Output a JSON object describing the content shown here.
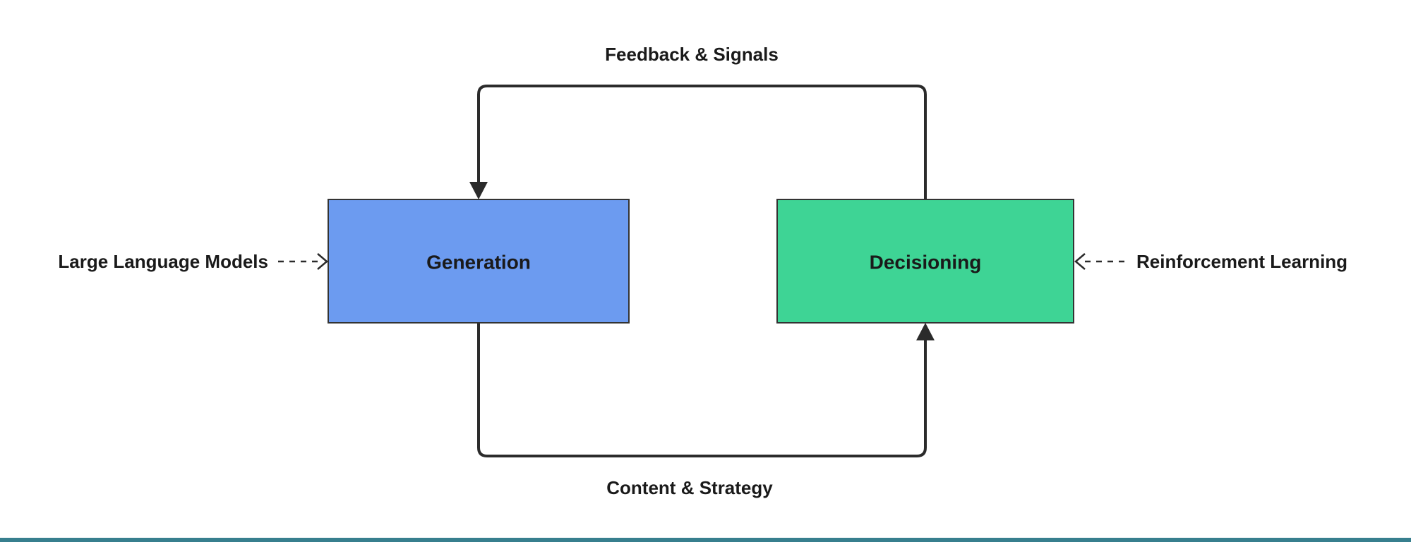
{
  "diagram": {
    "type": "flow-loop-diagram",
    "colors": {
      "background": "#ffffff",
      "line": "#2b2b2b",
      "text": "#1a1a1a",
      "generation_fill": "#6c9bf0",
      "generation_border": "#333333",
      "decisioning_fill": "#3ed495",
      "decisioning_border": "#333333",
      "bottom_bar": "#377f8e"
    },
    "nodes": {
      "generation": {
        "label": "Generation"
      },
      "decisioning": {
        "label": "Decisioning"
      }
    },
    "edges": {
      "feedback": {
        "label": "Feedback & Signals",
        "from": "Decisioning",
        "to": "Generation"
      },
      "content": {
        "label": "Content & Strategy",
        "from": "Generation",
        "to": "Decisioning"
      },
      "llm": {
        "label": "Large Language Models",
        "to": "Generation",
        "style": "dashed"
      },
      "rl": {
        "label": "Reinforcement Learning",
        "to": "Decisioning",
        "style": "dashed"
      }
    }
  }
}
